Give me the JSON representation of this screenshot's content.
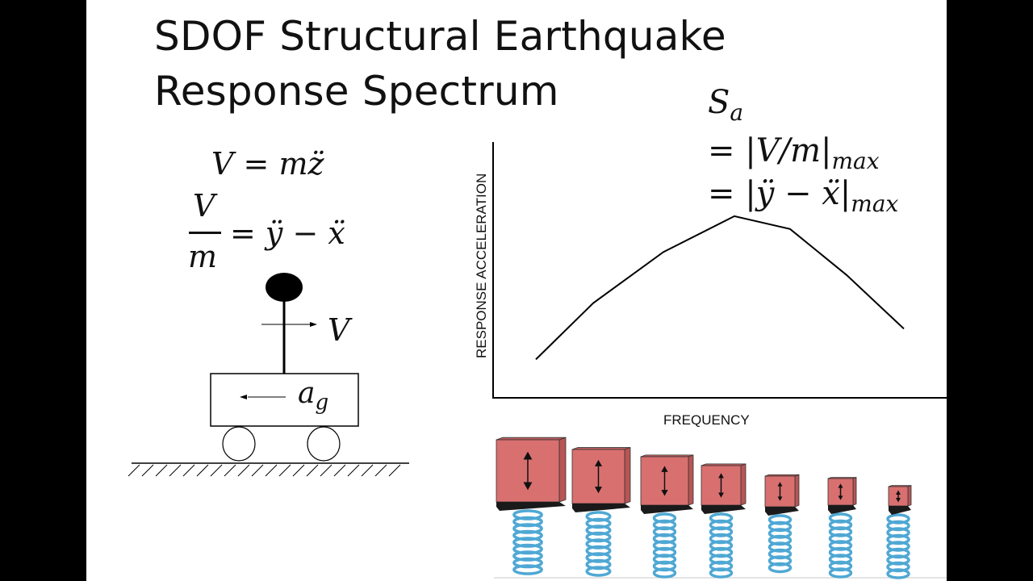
{
  "title": {
    "line1": "SDOF Structural Earthquake",
    "line2": "Response Spectrum"
  },
  "equations": {
    "shear": "V = mz̈",
    "ratio_numerator": "V",
    "ratio_denominator": "m",
    "ratio_rhs": "= ÿ − ẍ",
    "sa_symbol": "S",
    "sa_subscript": "a",
    "sa_line2": "= |V/m|",
    "sa_line3": "= |ÿ − ẍ|",
    "max_sub": "max"
  },
  "diagram": {
    "force_label": "V",
    "ground_accel_symbol": "a",
    "ground_accel_subscript": "g"
  },
  "chart_data": {
    "type": "line",
    "xlabel": "FREQUENCY",
    "ylabel": "RESPONSE ACCELERATION",
    "x": [
      1,
      2,
      3,
      4,
      5,
      6,
      7
    ],
    "y": [
      0.15,
      0.37,
      0.57,
      0.71,
      0.66,
      0.48,
      0.27
    ],
    "ylim": [
      0,
      1
    ],
    "grid": false
  },
  "colors": {
    "block": "#D97070",
    "spring": "#4FA8D4",
    "line": "#000000"
  }
}
